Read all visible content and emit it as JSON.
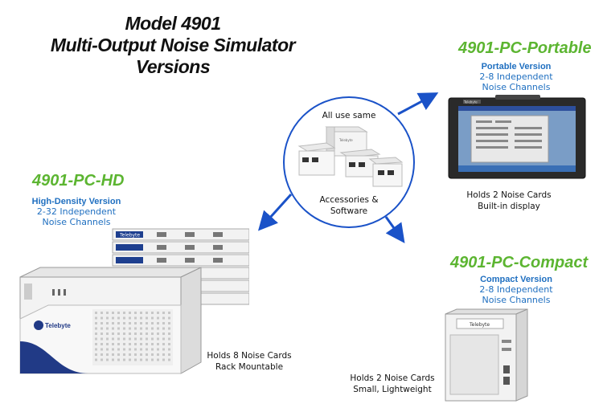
{
  "title": {
    "line1": "Model 4901",
    "line2": "Multi-Output Noise Simulator",
    "line3": "Versions"
  },
  "center": {
    "top_label": "All use same",
    "bottom_line1": "Accessories &",
    "bottom_line2": "Software",
    "device_label": "Telebyte"
  },
  "portable": {
    "model": "4901-PC-Portable",
    "version": "Portable Version",
    "desc1": "2-8 Independent",
    "desc2": "Noise Channels",
    "caption1": "Holds 2 Noise Cards",
    "caption2": "Built-in display",
    "brand": "Telebyte"
  },
  "hd": {
    "model": "4901-PC-HD",
    "version": "High-Density Version",
    "desc1": "2-32 Independent",
    "desc2": "Noise Channels",
    "caption1": "Holds 8 Noise Cards",
    "caption2": "Rack Mountable",
    "brand": "Telebyte"
  },
  "compact": {
    "model": "4901-PC-Compact",
    "version": "Compact Version",
    "desc1": "2-8 Independent",
    "desc2": "Noise Channels",
    "caption1": "Holds 2 Noise Cards",
    "caption2": "Small, Lightweight",
    "brand": "Telebyte"
  },
  "colors": {
    "arrow": "#1a52c8",
    "model_green": "#5cb531",
    "version_blue": "#1f6fc0"
  }
}
